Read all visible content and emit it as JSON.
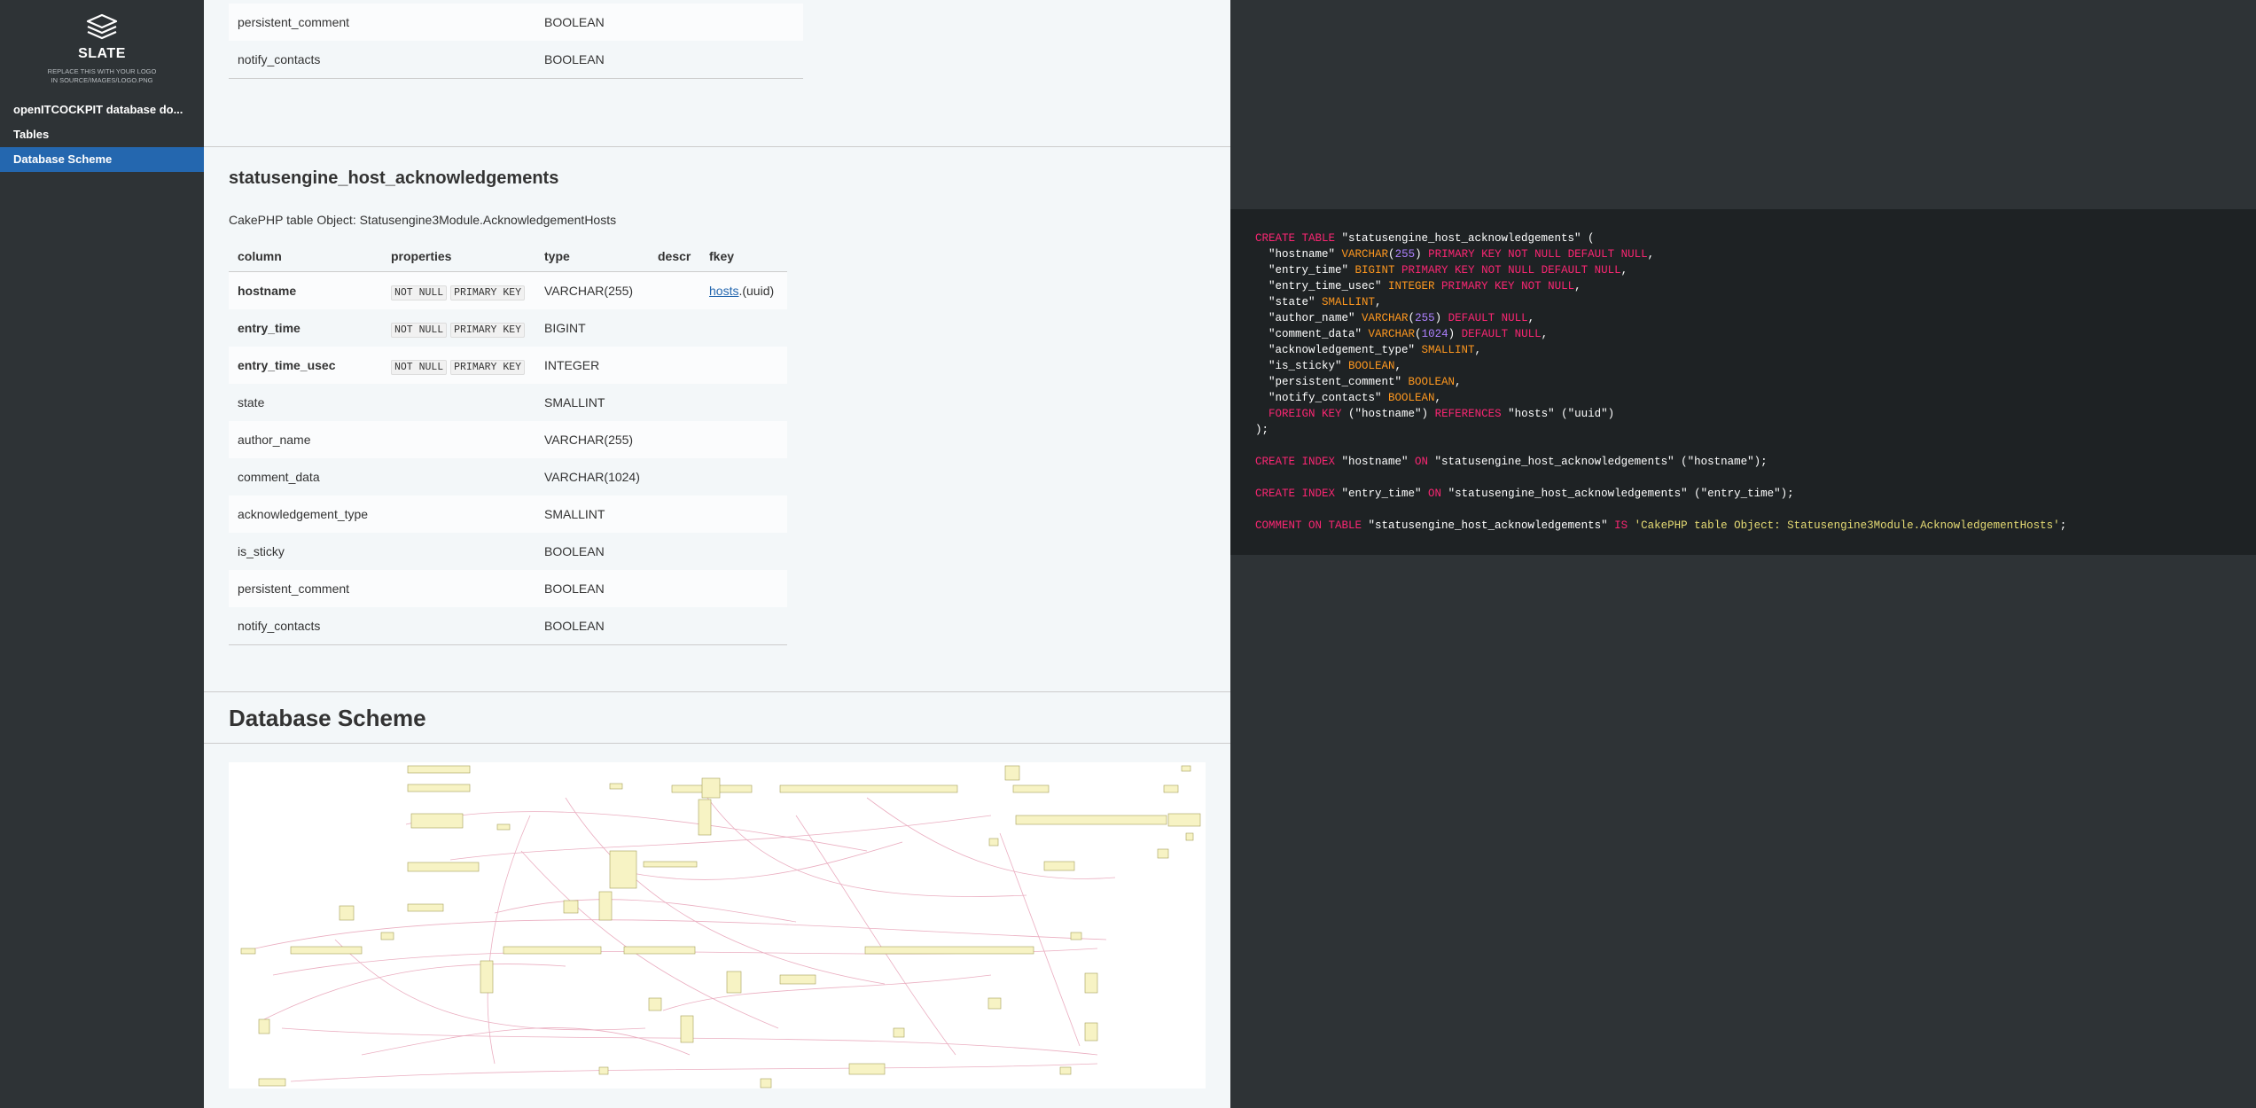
{
  "sidebar": {
    "logo_title": "SLATE",
    "logo_sub_1": "REPLACE THIS WITH YOUR LOGO",
    "logo_sub_2": "IN SOURCE/IMAGES/LOGO.PNG",
    "items": [
      {
        "label": "openITCOCKPIT database do..."
      },
      {
        "label": "Tables"
      },
      {
        "label": "Database Scheme"
      }
    ]
  },
  "prev_table": {
    "rows": [
      {
        "column": "persistent_comment",
        "type": "BOOLEAN"
      },
      {
        "column": "notify_contacts",
        "type": "BOOLEAN"
      }
    ]
  },
  "table": {
    "title": "statusengine_host_acknowledgements",
    "description": "CakePHP table Object: Statusengine3Module.AcknowledgementHosts",
    "headers": {
      "column": "column",
      "properties": "properties",
      "type": "type",
      "descr": "descr",
      "fkey": "fkey"
    },
    "rows": [
      {
        "column": "hostname",
        "props": [
          "NOT NULL",
          "PRIMARY KEY"
        ],
        "type": "VARCHAR(255)",
        "fkey_link": "hosts",
        "fkey_rest": ".(uuid)"
      },
      {
        "column": "entry_time",
        "props": [
          "NOT NULL",
          "PRIMARY KEY"
        ],
        "type": "BIGINT"
      },
      {
        "column": "entry_time_usec",
        "props": [
          "NOT NULL",
          "PRIMARY KEY"
        ],
        "type": "INTEGER"
      },
      {
        "column": "state",
        "type": "SMALLINT"
      },
      {
        "column": "author_name",
        "type": "VARCHAR(255)"
      },
      {
        "column": "comment_data",
        "type": "VARCHAR(1024)"
      },
      {
        "column": "acknowledgement_type",
        "type": "SMALLINT"
      },
      {
        "column": "is_sticky",
        "type": "BOOLEAN"
      },
      {
        "column": "persistent_comment",
        "type": "BOOLEAN"
      },
      {
        "column": "notify_contacts",
        "type": "BOOLEAN"
      }
    ]
  },
  "scheme": {
    "title": "Database Scheme"
  },
  "code": {
    "l1_a": "CREATE TABLE",
    "l1_b": " \"statusengine_host_acknowledgements\" (",
    "hostname": "  \"hostname\" ",
    "varchar": "VARCHAR",
    "n255": "255",
    "pk_nn_def_null": " PRIMARY KEY NOT NULL DEFAULT NULL",
    "entry_time": "  \"entry_time\" ",
    "bigint": "BIGINT",
    "entry_time_usec": "  \"entry_time_usec\" ",
    "integer": "INTEGER",
    "pk_nn": " PRIMARY KEY NOT NULL",
    "state": "  \"state\" ",
    "smallint": "SMALLINT",
    "author_name": "  \"author_name\" ",
    "def_null": " DEFAULT NULL",
    "comment_data": "  \"comment_data\" ",
    "n1024": "1024",
    "ack_type": "  \"acknowledgement_type\" ",
    "is_sticky": "  \"is_sticky\" ",
    "boolean": "BOOLEAN",
    "persistent_comment": "  \"persistent_comment\" ",
    "notify_contacts": "  \"notify_contacts\" ",
    "fk_a": "  FOREIGN KEY",
    "fk_b": " (\"hostname\") ",
    "references": "REFERENCES",
    "fk_c": " \"hosts\" (\"uuid\")",
    "close": ");",
    "create_index": "CREATE INDEX",
    "idx1_a": " \"hostname\" ",
    "on": "ON",
    "idx1_b": " \"statusengine_host_acknowledgements\" (\"hostname\");",
    "idx2_a": " \"entry_time\" ",
    "idx2_b": " \"statusengine_host_acknowledgements\" (\"entry_time\");",
    "comment_on": "COMMENT ON TABLE",
    "cmt_a": " \"statusengine_host_acknowledgements\" ",
    "is": "IS",
    "cmt_str": " 'CakePHP table Object: Statusengine3Module.AcknowledgementHosts'",
    "semi": ";"
  }
}
